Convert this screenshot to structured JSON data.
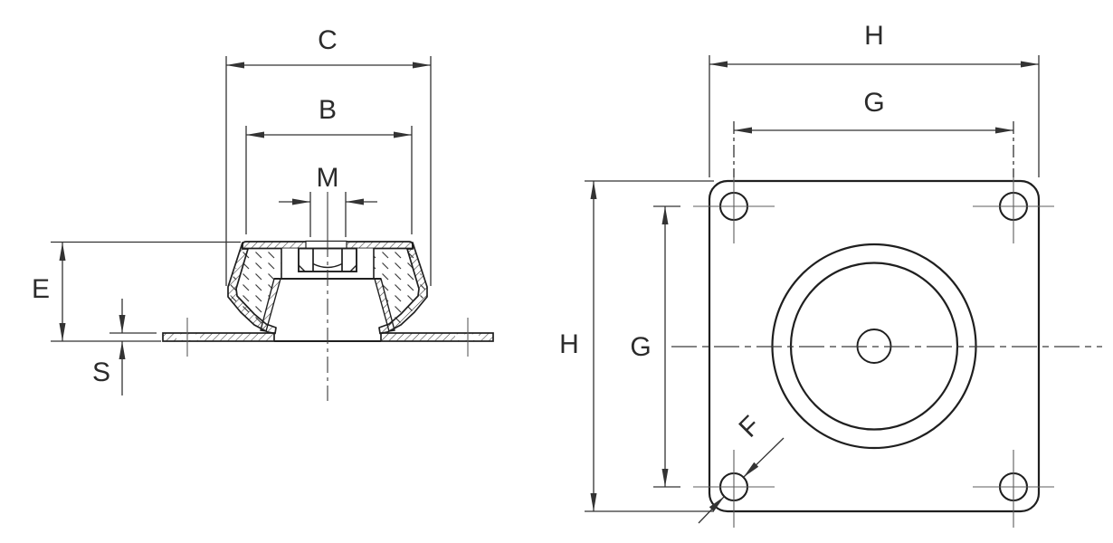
{
  "drawing": {
    "kind": "engineering dimension drawing",
    "views": {
      "side_section_view": {
        "labels": {
          "outer_width": "C",
          "cap_width": "B",
          "thread_size": "M",
          "height": "E",
          "plate_thickness": "S"
        }
      },
      "plan_view": {
        "labels": {
          "plate_width_top": "H",
          "hole_spacing_top": "G",
          "plate_height_left": "H",
          "hole_spacing_left": "G",
          "hole_diameter": "F"
        }
      }
    }
  },
  "colors": {
    "outline": "#1f1f1f",
    "dimension_line": "#333333",
    "thin_centerline": "#5d5d5d",
    "hatch": "#333333",
    "background": "#ffffff",
    "label_text": "#2b2b2b"
  }
}
